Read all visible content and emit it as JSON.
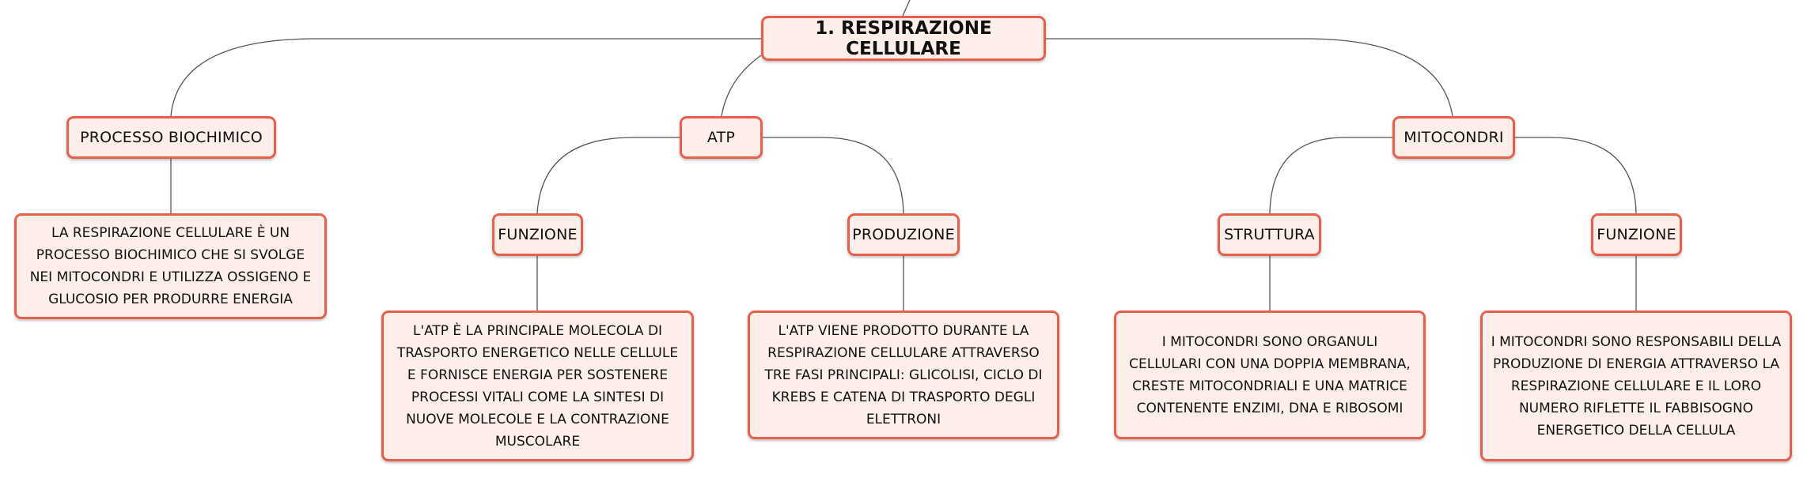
{
  "map": {
    "root": {
      "label": "1. RESPIRAZIONE CELLULARE"
    },
    "branches": [
      {
        "label": "PROCESSO BIOCHIMICO",
        "note": "LA RESPIRAZIONE CELLULARE È UN PROCESSO BIOCHIMICO CHE SI SVOLGE NEI MITOCONDRI E UTILIZZA OSSIGENO E GLUCOSIO PER PRODURRE ENERGIA"
      },
      {
        "label": "ATP",
        "children": [
          {
            "label": "FUNZIONE",
            "note": "L'ATP È LA PRINCIPALE MOLECOLA DI TRASPORTO ENERGETICO NELLE CELLULE E FORNISCE ENERGIA PER SOSTENERE PROCESSI VITALI COME LA SINTESI DI NUOVE MOLECOLE E LA CONTRAZIONE MUSCOLARE"
          },
          {
            "label": "PRODUZIONE",
            "note": "L'ATP VIENE PRODOTTO DURANTE LA RESPIRAZIONE CELLULARE ATTRAVERSO TRE FASI PRINCIPALI: GLICOLISI, CICLO DI KREBS E CATENA DI TRASPORTO DEGLI ELETTRONI"
          }
        ]
      },
      {
        "label": "MITOCONDRI",
        "children": [
          {
            "label": "STRUTTURA",
            "note": "I MITOCONDRI SONO ORGANULI CELLULARI CON UNA DOPPIA MEMBRANA, CRESTE MITOCONDRIALI E UNA MATRICE CONTENENTE ENZIMI, DNA E RIBOSOMI"
          },
          {
            "label": "FUNZIONE",
            "note": "I MITOCONDRI SONO RESPONSABILI DELLA PRODUZIONE DI ENERGIA ATTRAVERSO LA RESPIRAZIONE CELLULARE E IL LORO NUMERO RIFLETTE IL FABBISOGNO ENERGETICO DELLA CELLULA"
          }
        ]
      }
    ],
    "colors": {
      "border": "#e8604c",
      "fill": "#fdeeea",
      "line": "#555555"
    }
  }
}
